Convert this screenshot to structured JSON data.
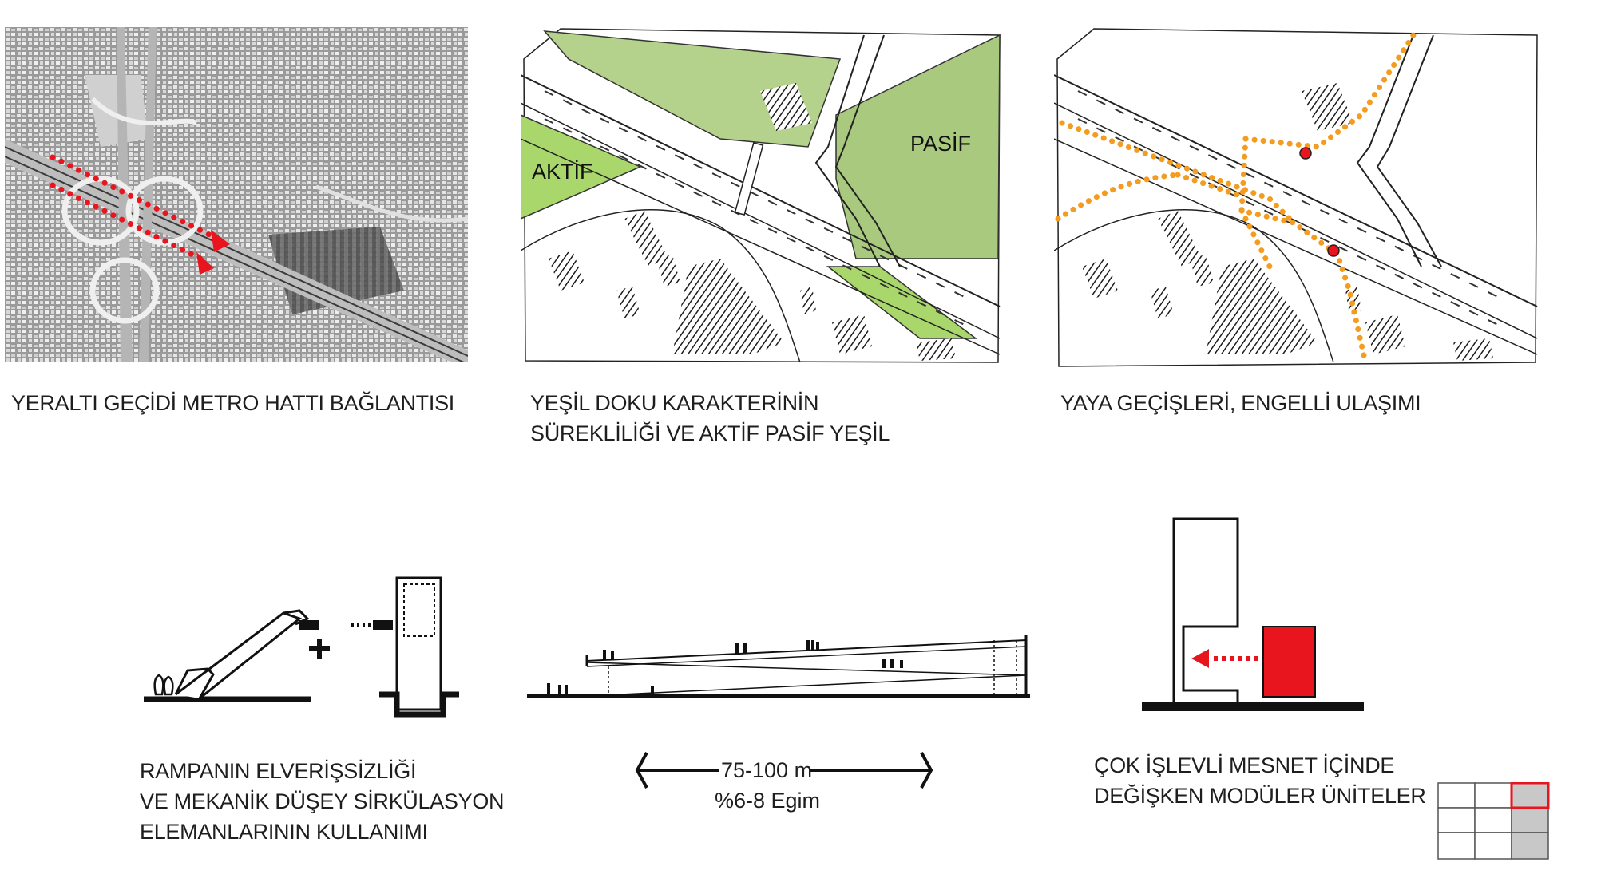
{
  "panels": {
    "aerial": {
      "caption": [
        "YERALTI GEÇİDİ METRO HATTI BAĞLANTISI"
      ]
    },
    "green": {
      "caption": [
        "YEŞİL DOKU KARAKTERİNİN",
        "SÜREKLİLİĞİ VE AKTİF PASİF YEŞİL"
      ],
      "label_active": "AKTİF",
      "label_passive": "PASİF"
    },
    "pedestrian": {
      "caption": [
        "YAYA  GEÇİŞLERİ, ENGELLİ ULAŞIMI"
      ]
    },
    "ramp": {
      "caption": [
        "RAMPANIN ELVERİŞSİZLİĞİ",
        "VE MEKANİK DÜŞEY SİRKÜLASYON",
        "ELEMANLARININ KULLANIMI"
      ]
    },
    "section": {
      "distance": "75-100 m",
      "slope": "%6-8 Egim"
    },
    "module": {
      "caption": [
        "ÇOK İŞLEVLİ MESNET İÇİNDE",
        "DEĞİŞKEN MODÜLER ÜNİTELER"
      ]
    }
  },
  "colors": {
    "red": "#e8141e",
    "orange": "#f39c1f",
    "green_active": "#a9d76b",
    "green_passive": "#a8c97e",
    "grey_cell": "#c8c8c8"
  },
  "grid_key": {
    "rows": 3,
    "cols": 3,
    "highlighted_cell": "row 1, col 3",
    "shaded_column": 3
  }
}
